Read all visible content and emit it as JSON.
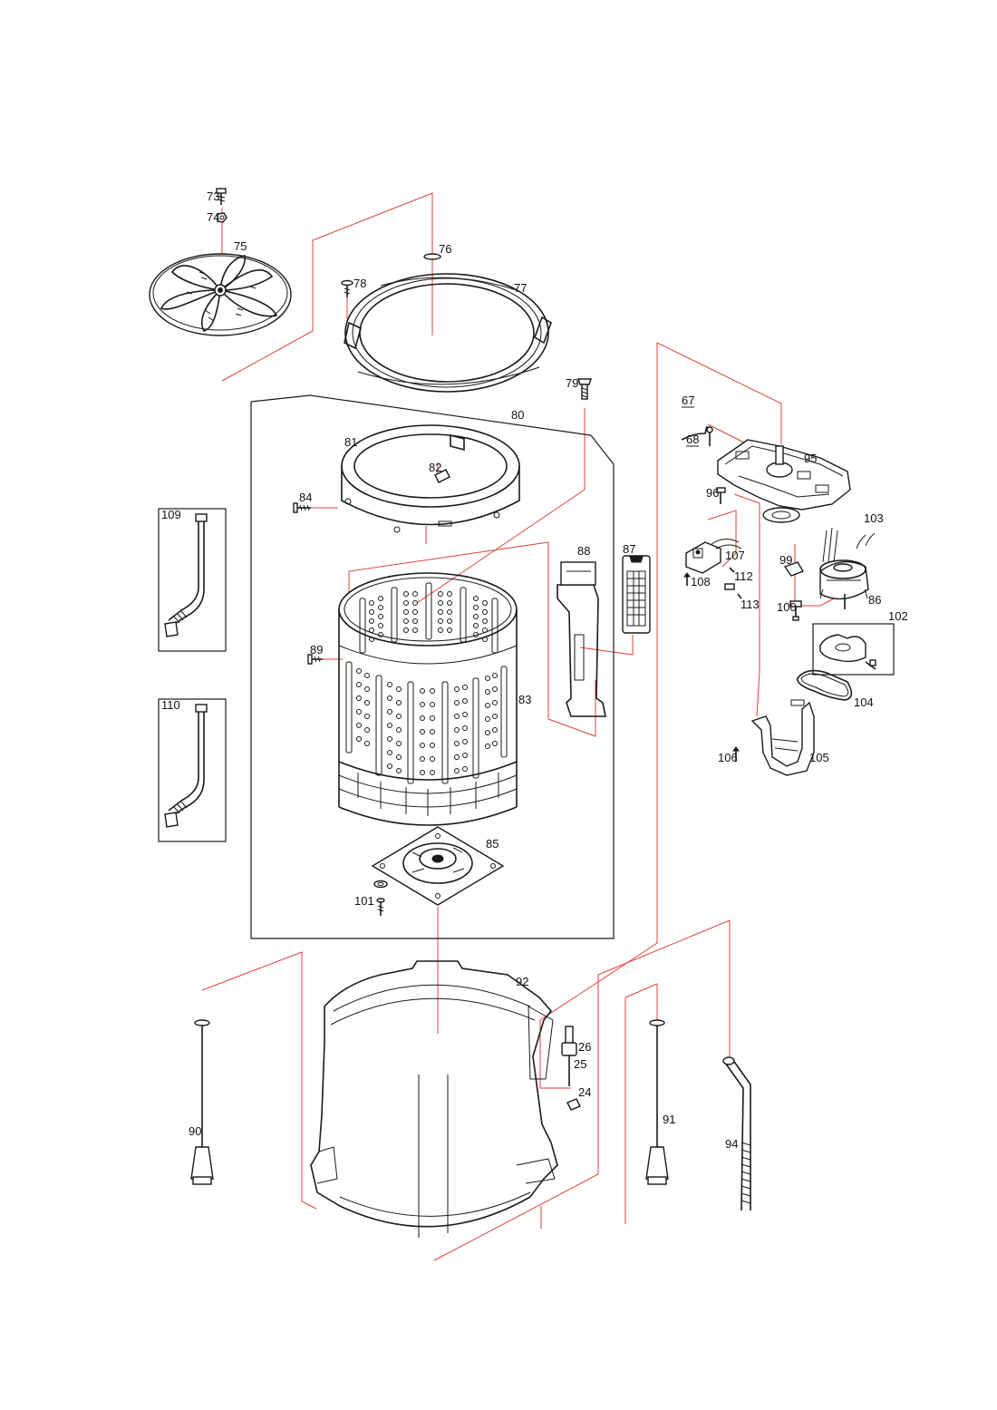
{
  "labels": {
    "p73": "73",
    "p74": "74",
    "p75": "75",
    "p76": "76",
    "p77": "77",
    "p78": "78",
    "p79": "79",
    "p80": "80",
    "p81": "81",
    "p82": "82",
    "p83": "83",
    "p84": "84",
    "p85": "85",
    "p86": "86",
    "p87": "87",
    "p88": "88",
    "p89": "89",
    "p90": "90",
    "p91": "91",
    "p92": "92",
    "p94": "94",
    "p95": "95",
    "p96": "96",
    "p99": "99",
    "p100": "100",
    "p101": "101",
    "p102": "102",
    "p103": "103",
    "p104": "104",
    "p105": "105",
    "p106": "106",
    "p107": "107",
    "p108": "108",
    "p109": "109",
    "p110": "110",
    "p112": "112",
    "p113": "113",
    "p67": "67",
    "p68": "68",
    "p24": "24",
    "p25": "25",
    "p26": "26"
  },
  "colors": {
    "leader_line": "#e0403a",
    "part_stroke": "#1a1a1a",
    "background": "#ffffff"
  },
  "icons": [
    "screw-icon",
    "washer-icon"
  ]
}
